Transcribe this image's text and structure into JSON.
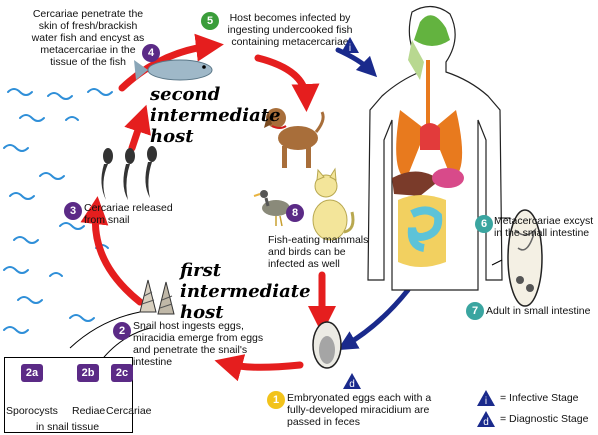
{
  "colors": {
    "arrow_red": "#e51e1e",
    "arrow_blue": "#1a2a8c",
    "stage_purple": "#5b2a86",
    "stage_green": "#3a9d3a",
    "stage_teal": "#3aa5a0",
    "stage_yellow": "#f2c31b",
    "infective": "#1a2a8c",
    "water": "#2f8fd8"
  },
  "steps": {
    "s1": {
      "num": "1",
      "text": "Embryonated eggs each with a fully-developed miracidium are passed in feces"
    },
    "s2": {
      "num": "2",
      "text": "Snail host ingests eggs, miracidia emerge from eggs and penetrate the snail's intestine"
    },
    "s3": {
      "num": "3",
      "text": "Cercariae released from snail"
    },
    "s4": {
      "num": "4",
      "text": "Cercariae penetrate the skin of fresh/brackish water fish and encyst as metacercariae in the tissue of the fish"
    },
    "s5": {
      "num": "5",
      "text": "Host becomes infected by ingesting undercooked fish containing metacercariae"
    },
    "s6": {
      "num": "6",
      "text": "Metacercariae excyst in the small intestine"
    },
    "s7": {
      "num": "7",
      "text": "Adult in small intestine"
    },
    "s8": {
      "num": "8",
      "text": "Fish-eating mammals and birds can be infected as well"
    }
  },
  "host_labels": {
    "second": "second intermediate host",
    "first": "first intermediate host"
  },
  "snail_stages": {
    "a": {
      "num": "2a",
      "label": "Sporocysts"
    },
    "b": {
      "num": "2b",
      "label": "Rediae"
    },
    "c": {
      "num": "2c",
      "label": "Cercariae"
    },
    "footer": "in snail tissue"
  },
  "legend": {
    "infective_letter": "i",
    "infective_label": "= Infective Stage",
    "diagnostic_letter": "d",
    "diagnostic_label": "= Diagnostic Stage"
  },
  "icon_names": [
    "fish-icon",
    "dog-icon",
    "cat-icon",
    "bird-icon",
    "human-body-icon",
    "snail-icon",
    "cercaria-icon",
    "egg-icon",
    "adult-worm-icon",
    "water-waves-icon"
  ]
}
